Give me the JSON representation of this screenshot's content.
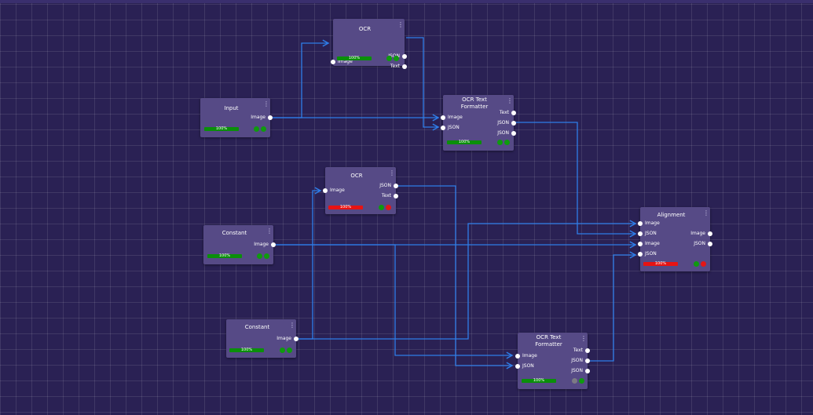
{
  "nodes": {
    "ocr_top": {
      "title": "OCR",
      "inputs": [
        "Image"
      ],
      "outputs": [
        "JSON",
        "Text"
      ],
      "progress": "100%",
      "bar_color": "green",
      "status_lights": [
        "green",
        "green"
      ]
    },
    "input": {
      "title": "Input",
      "outputs": [
        "Image"
      ],
      "progress": "100%",
      "bar_color": "green",
      "status_lights": [
        "green",
        "green"
      ]
    },
    "formatter_top": {
      "title": "OCR Text Formatter",
      "inputs": [
        "Image",
        "JSON"
      ],
      "outputs": [
        "Text",
        "JSON",
        "JSON"
      ],
      "progress": "100%",
      "bar_color": "green",
      "status_lights": [
        "green",
        "green"
      ]
    },
    "ocr_mid": {
      "title": "OCR",
      "inputs": [
        "Image"
      ],
      "outputs": [
        "JSON",
        "Text"
      ],
      "progress": "100%",
      "bar_color": "red",
      "status_lights": [
        "green",
        "red"
      ]
    },
    "constant_1": {
      "title": "Constant",
      "outputs": [
        "Image"
      ],
      "progress": "100%",
      "bar_color": "green",
      "status_lights": [
        "green",
        "green"
      ]
    },
    "alignment": {
      "title": "Alignment",
      "inputs": [
        "Image",
        "JSON",
        "Image",
        "JSON"
      ],
      "outputs": [
        "Image",
        "JSON"
      ],
      "progress": "100%",
      "bar_color": "red",
      "status_lights": [
        "green",
        "red"
      ]
    },
    "constant_2": {
      "title": "Constant",
      "outputs": [
        "Image"
      ],
      "progress": "100%",
      "bar_color": "green",
      "status_lights": [
        "green",
        "green"
      ]
    },
    "formatter_bottom": {
      "title": "OCR Text Formatter",
      "inputs": [
        "Image",
        "JSON"
      ],
      "outputs": [
        "Text",
        "JSON",
        "JSON"
      ],
      "progress": "100%",
      "bar_color": "green",
      "status_lights": [
        "grey",
        "green"
      ]
    }
  },
  "menu_icon": "⋮",
  "colors": {
    "canvas": "#2a2154",
    "node": "#564a86",
    "wire": "#2f7de8",
    "progress_ok": "#0a8f0a",
    "progress_error": "#e81313"
  }
}
